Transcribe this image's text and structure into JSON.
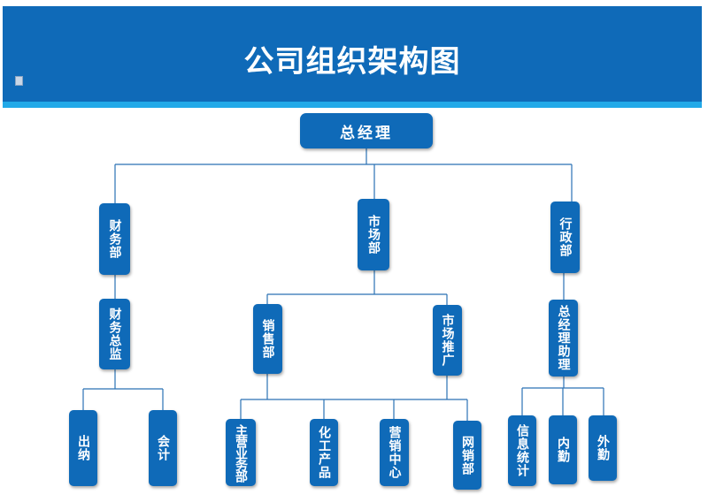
{
  "title": "公司组织架构图",
  "colors": {
    "header": "#0f6ab8",
    "stripe": "#22a9e8",
    "node": "#0f6ab8",
    "line": "#2a72b5"
  },
  "org": {
    "root": "总经理",
    "finance": {
      "name": "财务部",
      "director": "财务总监",
      "cashier": "出纳",
      "accountant": "会计"
    },
    "market": {
      "name": "市场部",
      "sales": {
        "name": "销售部",
        "main_business": "主营业务部",
        "chemical": "化工产品"
      },
      "promotion": {
        "name": "市场推广",
        "marketing_center": "营销中心",
        "online_sales": "网销部"
      }
    },
    "admin": {
      "name": "行政部",
      "assistant": "总经理助理",
      "info_stats": "信息统计",
      "internal": "内勤",
      "external": "外勤"
    }
  }
}
